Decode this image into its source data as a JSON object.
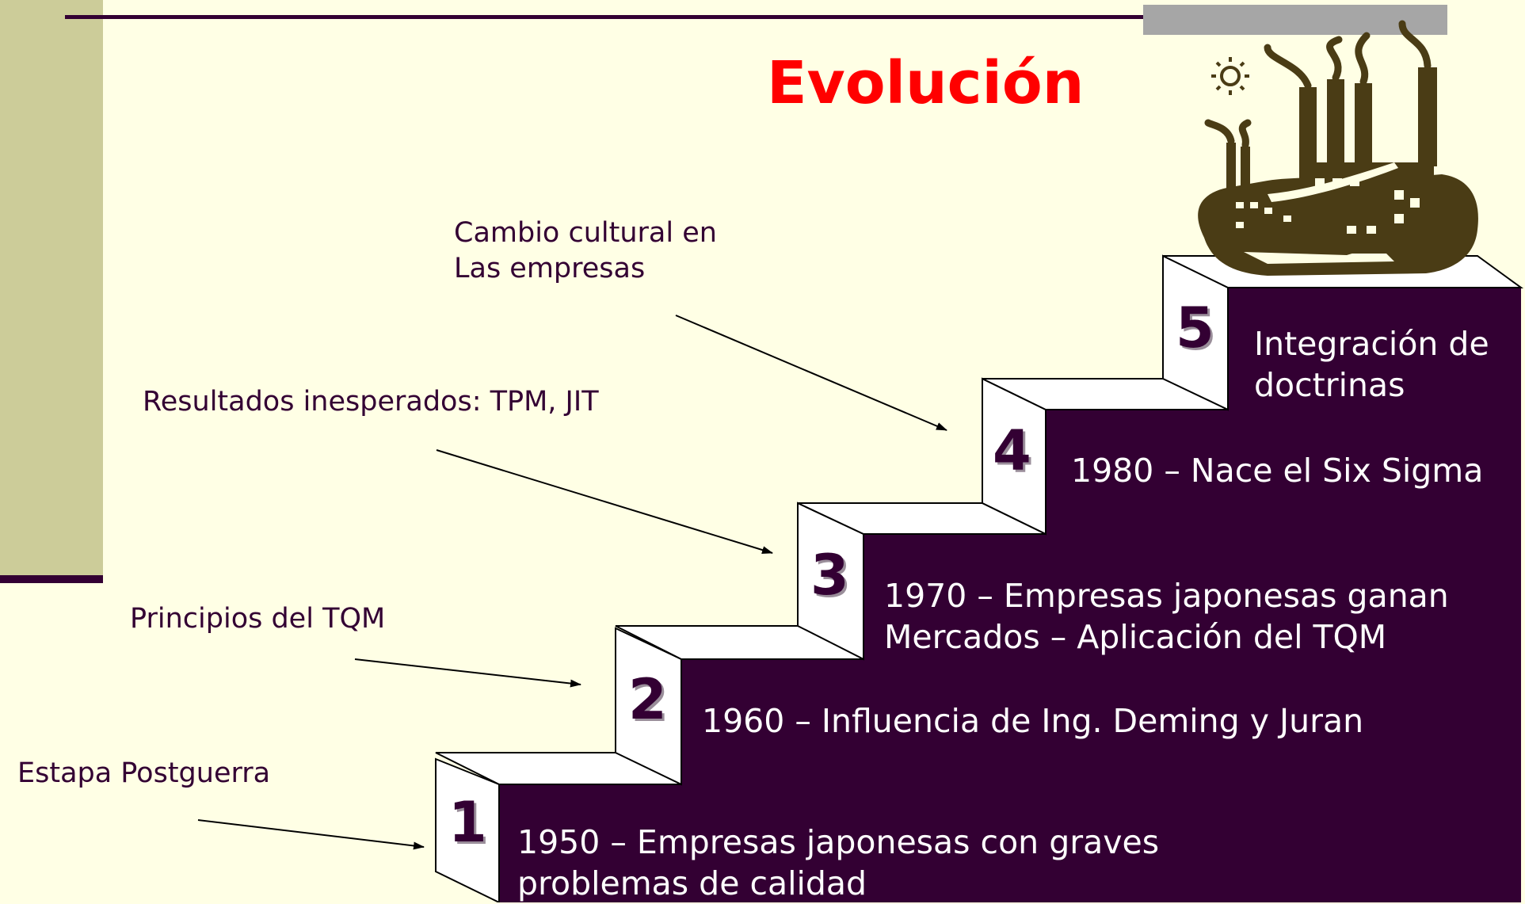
{
  "title": "Evolución",
  "steps": [
    {
      "num": "1",
      "line1": "1950 – Empresas japonesas con graves",
      "line2": "problemas de calidad"
    },
    {
      "num": "2",
      "line1": "1960 – Influencia de Ing. Deming y Juran"
    },
    {
      "num": "3",
      "line1": "1970 – Empresas japonesas ganan",
      "line2": "Mercados – Aplicación del TQM"
    },
    {
      "num": "4",
      "line1": "1980 – Nace el Six Sigma"
    },
    {
      "num": "5",
      "line1": "Integración de",
      "line2": "doctrinas"
    }
  ],
  "annotations": [
    {
      "line1": "Estapa Postguerra"
    },
    {
      "line1": "Principios del TQM"
    },
    {
      "line1": "Resultados inesperados: TPM, JIT"
    },
    {
      "line1": "Cambio cultural en",
      "line2": "Las empresas"
    }
  ],
  "colors": {
    "background": "#FFFFE5",
    "accent_bar": "#CCCC99",
    "stairs": "#330033",
    "title": "#FF0000",
    "top_rule": "#330033",
    "gray_block": "#A6A6A6"
  },
  "icons": [
    "factory-illustration-icon",
    "sun-icon"
  ]
}
